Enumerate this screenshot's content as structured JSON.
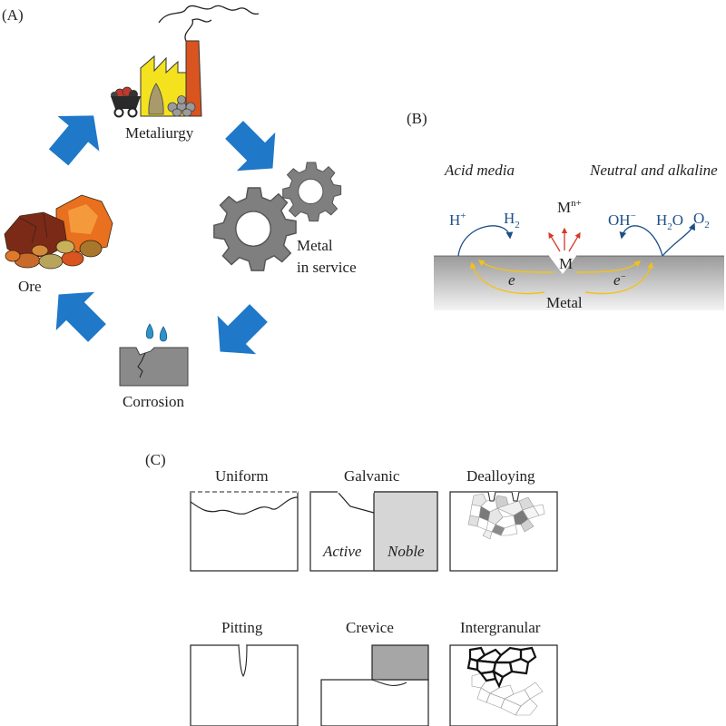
{
  "panels": {
    "a": {
      "label": "(A)",
      "stages": {
        "metallurgy": "Metaliurgy",
        "metal_line1": "Metal",
        "metal_line2": "in service",
        "corrosion": "Corrosion",
        "ore": "Ore"
      }
    },
    "b": {
      "label": "(B)",
      "acid_media": "Acid media",
      "neutral_alkaline": "Neutral and alkaline",
      "h_plus": "H",
      "h_plus_sup": "+",
      "h2": "H",
      "h2_sub": "2",
      "metal_ion": "M",
      "metal_ion_sup": "n+",
      "oh_minus": "OH",
      "oh_minus_sup": "−",
      "h2o_h": "H",
      "h2o_sub": "2",
      "h2o_o": "O",
      "o2": "O",
      "o2_sub": "2",
      "m": "M",
      "e_left": "e",
      "e_right": "e",
      "e_right_sup": "−",
      "metal": "Metal"
    },
    "c": {
      "label": "(C)",
      "types": {
        "uniform": "Uniform",
        "galvanic": "Galvanic",
        "active": "Active",
        "noble": "Noble",
        "dealloying": "Dealloying",
        "pitting": "Pitting",
        "crevice": "Crevice",
        "intergranular": "Intergranular"
      }
    }
  },
  "colors": {
    "arrow_blue": "#1f78c8",
    "gear_gray": "#7f7f7f",
    "factory_yellow": "#f5e21f",
    "chimney_orange": "#d9541e",
    "text_blue": "#1d4f86",
    "reaction_red": "#d43a2a",
    "electron_yellow": "#f2c21a",
    "noble_gray": "#d6d6d6",
    "crevice_gray": "#a6a6a6"
  },
  "icons": [
    "factory-icon",
    "mine-cart-icon",
    "gear-icon",
    "water-drop-icon",
    "ore-rocks-icon",
    "cycle-arrow-icon"
  ]
}
